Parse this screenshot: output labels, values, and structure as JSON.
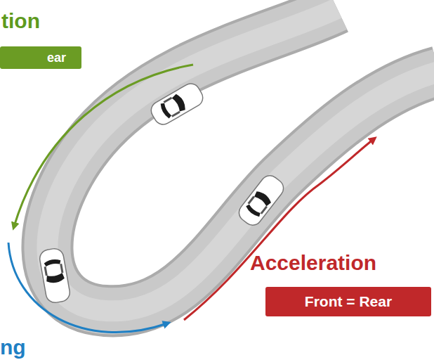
{
  "diagram": {
    "nodes": [
      {
        "text": [
          "tion",
          "ear"
        ]
      },
      {
        "text": [
          "Acceleration",
          "Front = Rear"
        ]
      }
    ],
    "labels": [
      "ng"
    ]
  }
}
